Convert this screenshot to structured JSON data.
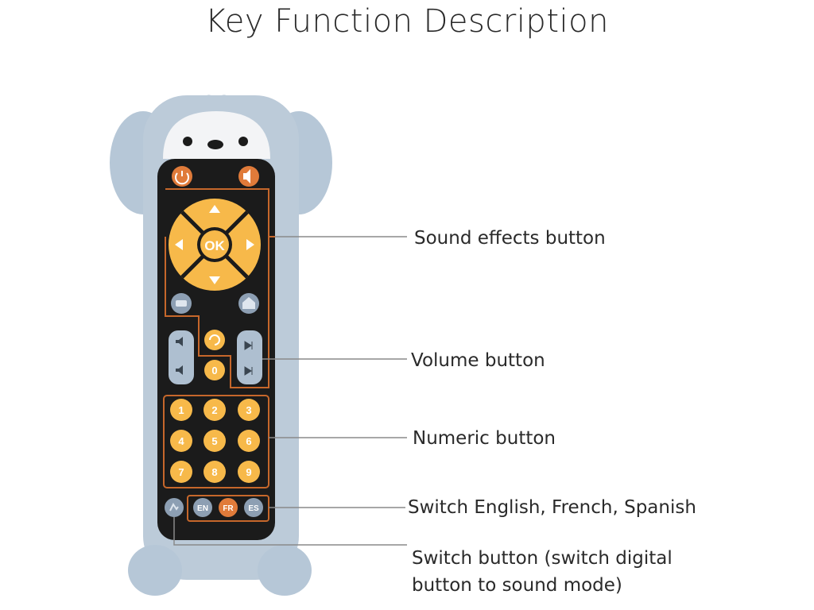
{
  "title": "Key Function Description",
  "remote": {
    "top_buttons": {
      "power_icon": "power-icon",
      "mute_icon": "mute-icon"
    },
    "dpad": {
      "ok_label": "OK"
    },
    "mid_buttons": {
      "left_icon": "menu-icon",
      "right_icon": "home-icon"
    },
    "numbers": [
      "1",
      "2",
      "3",
      "4",
      "5",
      "6",
      "7",
      "8",
      "9"
    ],
    "zero": "0",
    "bottom_row": [
      "EN",
      "FR",
      "ES"
    ]
  },
  "callouts": {
    "sound_effects": "Sound effects button",
    "volume": "Volume button",
    "numeric": "Numeric button",
    "language": "Switch English, French, Spanish",
    "switch_line1": "Switch button (switch digital",
    "switch_line2": "button to sound mode)"
  },
  "colors": {
    "body": "#b9c9d8",
    "panel": "#1b1b1b",
    "orange": "#f7b94a",
    "outline": "#c6672b",
    "grey_button": "#8d9fb3",
    "line": "#8a8a8a"
  }
}
